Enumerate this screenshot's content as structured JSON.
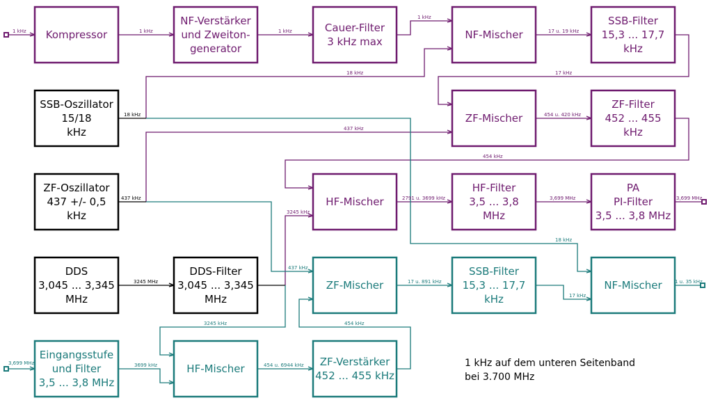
{
  "title": "SSB Transceiver Blockschaltbild",
  "colors": {
    "tx": "#6e1a6e",
    "rx": "#1a7a7a",
    "common": "#000000"
  },
  "blocks": {
    "kompressor": {
      "lines": [
        "Kompressor"
      ],
      "path": "tx"
    },
    "nf_verstaerker": {
      "lines": [
        "NF-Verstärker",
        "und Zweiton-",
        "generator"
      ],
      "path": "tx"
    },
    "cauer_filter": {
      "lines": [
        "Cauer-Filter",
        "3 kHz max"
      ],
      "path": "tx"
    },
    "nf_mischer_tx": {
      "lines": [
        "NF-Mischer"
      ],
      "path": "tx"
    },
    "ssb_filter_tx": {
      "lines": [
        "SSB-Filter",
        "15,3 ... 17,7",
        "kHz"
      ],
      "path": "tx"
    },
    "ssb_oszillator": {
      "lines": [
        "SSB-Oszillator",
        "15/18",
        "kHz"
      ],
      "path": "common"
    },
    "zf_mischer_tx": {
      "lines": [
        "ZF-Mischer"
      ],
      "path": "tx"
    },
    "zf_filter_tx": {
      "lines": [
        "ZF-Filter",
        "452 ... 455",
        "kHz"
      ],
      "path": "tx"
    },
    "zf_oszillator": {
      "lines": [
        "ZF-Oszillator",
        "437 +/- 0,5",
        "kHz"
      ],
      "path": "common"
    },
    "hf_mischer_tx": {
      "lines": [
        "HF-Mischer"
      ],
      "path": "tx"
    },
    "hf_filter_tx": {
      "lines": [
        "HF-Filter",
        "3,5 ... 3,8",
        "MHz"
      ],
      "path": "tx"
    },
    "pa": {
      "lines": [
        "PA",
        "PI-Filter",
        "3,5 ... 3,8 MHz"
      ],
      "path": "tx"
    },
    "dds": {
      "lines": [
        "DDS",
        "3,045 ... 3,345",
        "MHz"
      ],
      "path": "common"
    },
    "dds_filter": {
      "lines": [
        "DDS-Filter",
        "3,045 ... 3,345",
        "MHz"
      ],
      "path": "common"
    },
    "zf_mischer_rx": {
      "lines": [
        "ZF-Mischer"
      ],
      "path": "rx"
    },
    "ssb_filter_rx": {
      "lines": [
        "SSB-Filter",
        "15,3 ... 17,7",
        "kHz"
      ],
      "path": "rx"
    },
    "nf_mischer_rx": {
      "lines": [
        "NF-Mischer"
      ],
      "path": "rx"
    },
    "eingangsstufe": {
      "lines": [
        "Eingangsstufe",
        "und Filter",
        "3,5 ... 3,8 MHz"
      ],
      "path": "rx"
    },
    "hf_mischer_rx": {
      "lines": [
        "HF-Mischer"
      ],
      "path": "rx"
    },
    "zf_verstaerker": {
      "lines": [
        "ZF-Verstärker",
        "452 ... 455 kHz"
      ],
      "path": "rx"
    }
  },
  "signals": {
    "in_1khz": "1 kHz",
    "komp_out": "1 kHz",
    "nfv_out": "1 kHz",
    "cauer_out": "1 kHz",
    "nfm_out": "17 u. 19 kHz",
    "osc18_tx": "18 kHz",
    "ssb_to_zfm": "17 kHz",
    "ssbosc_out": "18 kHz",
    "zfm_out": "454 u. 420 kHz",
    "zfosc_tx": "437 kHz",
    "zff_to_hfm": "454 kHz",
    "zfosc_out": "437 kHz",
    "dds_to_hfm": "3245 kHz",
    "hfm_out": "2791 u. 3699 kHz",
    "hff_out": "3,699 MHz",
    "pa_out": "3,699 MHz",
    "osc18_rx": "18 kHz",
    "dds_out": "3245 MHz",
    "zfosc_rx": "437 kHz",
    "zfm_rx_out": "17 u. 891 kHz",
    "ssb_rx_out": "17 kHz",
    "nfm_rx_out": "1 u. 35 kHz",
    "dds_rx": "3245 kHz",
    "zfv_fb": "454 kHz",
    "rx_in": "3,699 MHz",
    "eing_out": "3699 kHz",
    "hfm_rx_out": "454 u. 6944 kHz"
  },
  "note": {
    "line1": "1 kHz auf dem unteren Seitenband",
    "line2": "bei 3.700 MHz"
  }
}
